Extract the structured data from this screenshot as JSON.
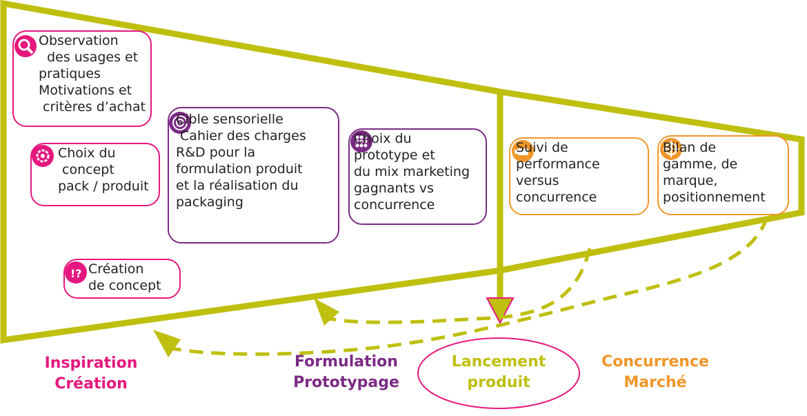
{
  "colors": {
    "olive": "#bfbf10",
    "magenta": "#e5177e",
    "purple": "#7b2a84",
    "orange": "#f0962a"
  },
  "boxes": {
    "observation": {
      "text": "Observation\n  des usages et\npratiques\nMotivations et\n critères d’achat",
      "icon": "magnifier-icon"
    },
    "choix_concept": {
      "text": "Choix du\n concept\npack / produit",
      "icon": "gear-icon"
    },
    "creation_concept": {
      "text": "Création\nde concept",
      "icon": "idea-icon"
    },
    "cible_sensorielle": {
      "text": "Cible sensorielle\n Cahier des charges\nR&D pour la\nformulation produit\net la réalisation du\npackaging",
      "icon": "target-icon"
    },
    "choix_prototype": {
      "text": "Choix du\nprototype et\ndu mix marketing\ngagnants vs\nconcurrence",
      "icon": "dots-icon"
    },
    "suivi_performance": {
      "text": "Suivi de\nperformance\nversus\nconcurrence",
      "icon": "hand-icon"
    },
    "bilan_gamme": {
      "text": "Bilan de\ngamme, de\nmarque,\npositionnement",
      "icon": "crosshair-icon"
    }
  },
  "stages": {
    "inspiration": "Inspiration\nCréation",
    "formulation": "Formulation\nPrototypage",
    "lancement": "Lancement\nproduit",
    "concurrence": "Concurrence\nMarché"
  }
}
